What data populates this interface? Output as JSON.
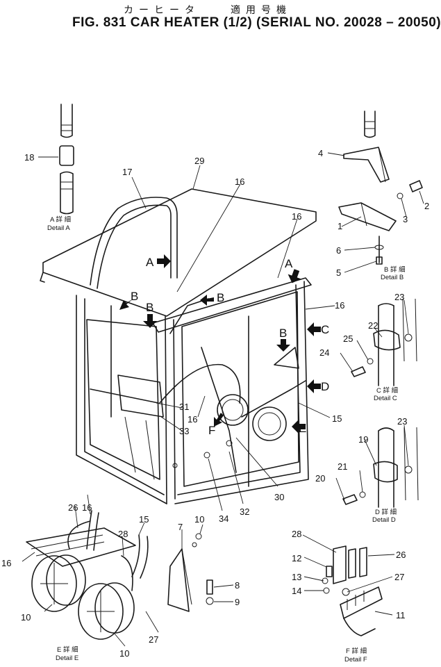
{
  "header": {
    "title_jp": "カーヒータ　　適用号機",
    "title_main": "FIG. 831  CAR HEATER (1/2) (SERIAL NO. 20028 – 20050)"
  },
  "callouts": [
    "1",
    "2",
    "3",
    "4",
    "5",
    "6",
    "7",
    "8",
    "9",
    "10",
    "10",
    "10",
    "11",
    "12",
    "13",
    "14",
    "15",
    "15",
    "16",
    "16",
    "16",
    "16",
    "16",
    "16",
    "17",
    "18",
    "19",
    "20",
    "21",
    "22",
    "23",
    "23",
    "24",
    "25",
    "26",
    "26",
    "27",
    "27",
    "28",
    "28",
    "29",
    "30",
    "31",
    "32",
    "33",
    "34"
  ],
  "view_letters": [
    "A",
    "A",
    "B",
    "B",
    "B",
    "B",
    "C",
    "D",
    "E",
    "F"
  ],
  "details": {
    "a": {
      "jp": "A 詳 細",
      "en": "Detail A"
    },
    "b": {
      "jp": "B 詳 細",
      "en": "Detail B"
    },
    "c": {
      "jp": "C 詳 細",
      "en": "Detail C"
    },
    "d": {
      "jp": "D 詳 細",
      "en": "Detail D"
    },
    "e": {
      "jp": "E 詳 細",
      "en": "Detail E"
    },
    "f": {
      "jp": "F 詳 細",
      "en": "Detail F"
    }
  }
}
